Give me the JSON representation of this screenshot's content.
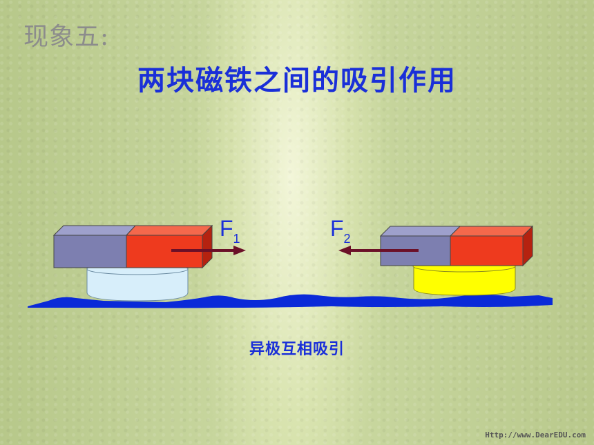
{
  "heading": "现象五:",
  "title": "两块磁铁之间的吸引作用",
  "caption": "异极互相吸引",
  "footer": "Http://www.DearEDU.com",
  "forces": {
    "left": {
      "symbol": "F",
      "subscript": "1"
    },
    "right": {
      "symbol": "F",
      "subscript": "2"
    }
  },
  "colors": {
    "text_blue": "#1a2fd8",
    "heading_gray": "#8c8c8c",
    "magnet_purple": "#7d7fb0",
    "magnet_red": "#ee3a1e",
    "arrow": "#6b1028",
    "base_left": "#d7eefa",
    "base_right": "#ffff00",
    "surface": "#0a2ad8"
  }
}
